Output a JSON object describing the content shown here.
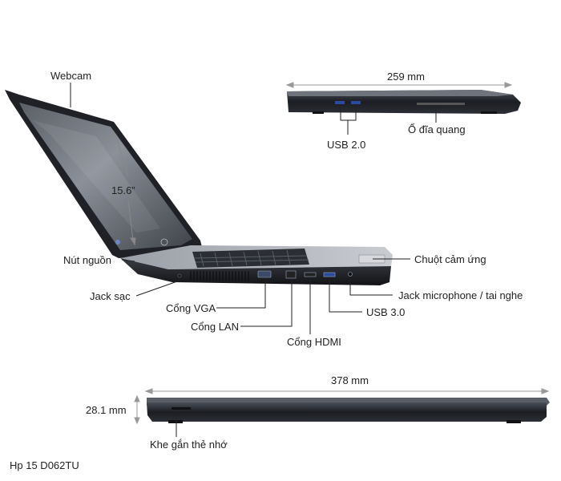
{
  "labels": {
    "webcam": "Webcam",
    "screen_size": "15.6”",
    "power_button": "Nút nguồn",
    "charger_jack": "Jack sạc",
    "vga_port": "Cổng VGA",
    "lan_port": "Cổng LAN",
    "hdmi_port": "Cổng HDMI",
    "touchpad": "Chuột cảm ứng",
    "mic_headphone_jack": "Jack microphone / tai nghe",
    "usb3": "USB 3.0",
    "usb2": "USB 2.0",
    "optical_drive": "Ổ đĩa quang",
    "depth": "259 mm",
    "width": "378 mm",
    "thickness": "28.1 mm",
    "card_slot": "Khe gắn thẻ nhớ"
  },
  "caption": "Hp 15 D062TU"
}
